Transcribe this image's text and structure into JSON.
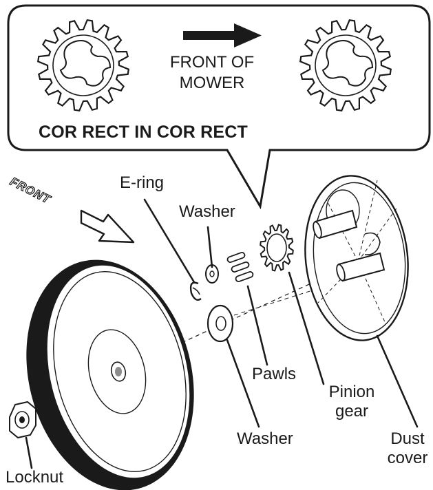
{
  "callout": {
    "front_of_line1": "FRONT OF",
    "front_of_line2": "MOWER",
    "correct_label": "COR RECT IN COR RECT"
  },
  "direction_label": "FRONT",
  "parts": {
    "e_ring": "E-ring",
    "washer_top": "Washer",
    "pawls": "Pawls",
    "pinion_line1": "Pinion",
    "pinion_line2": "gear",
    "washer_bottom": "Washer",
    "dust_line1": "Dust",
    "dust_line2": "cover",
    "locknut": "Locknut"
  }
}
